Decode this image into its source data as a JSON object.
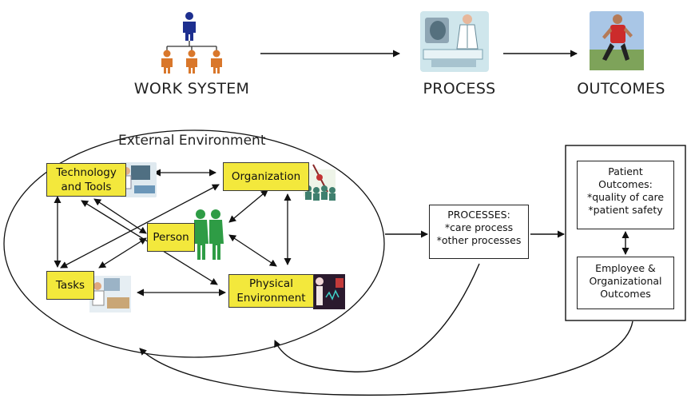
{
  "top_row": {
    "work_system_label": "WORK SYSTEM",
    "process_label": "PROCESS",
    "outcomes_label": "OUTCOMES"
  },
  "work_system": {
    "external_environment_label": "External Environment",
    "components": {
      "technology_tools": [
        "Technology",
        "and Tools"
      ],
      "organization": "Organization",
      "person": "Person",
      "tasks": "Tasks",
      "physical_environment": [
        "Physical",
        "Environment"
      ]
    }
  },
  "processes_box": {
    "title": "PROCESSES:",
    "items": [
      "*care process",
      "*other processes"
    ]
  },
  "outcomes_box": {
    "patient": [
      "Patient",
      "Outcomes:",
      "*quality of care",
      "*patient safety"
    ],
    "employee": [
      "Employee &",
      "Organizational",
      "Outcomes"
    ]
  },
  "colors": {
    "component_fill": "#f3e83c",
    "people_icon": "#d9772b",
    "leader_icon": "#1d2f8f",
    "figure_green": "#2e9c45"
  }
}
